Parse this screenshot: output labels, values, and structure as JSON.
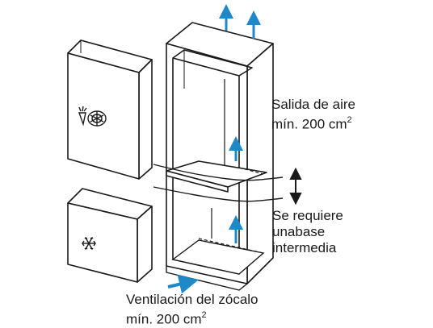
{
  "labels": {
    "air_outlet": {
      "line1": "Salida de aire",
      "line2_value": "mín. 200 cm",
      "line2_exp": "2"
    },
    "base_required": {
      "line1": "Se requiere",
      "line2": "unabase",
      "line3": "intermedia"
    },
    "plinth_vent": {
      "line1": "Ventilación del zócalo",
      "line2_value": "mín. 200 cm",
      "line2_exp": "2"
    }
  },
  "icons": {
    "fridge_compartment": [
      "carrot-icon",
      "vegetables-icon"
    ],
    "freezer_compartment": [
      "snowflake-icon"
    ],
    "airflow": [
      "airflow-up-arrow-icon",
      "airflow-in-arrow-icon"
    ],
    "base_spacing": [
      "double-arrow-vertical-icon"
    ]
  },
  "colors": {
    "arrow": "#1e88c9",
    "line": "#1a1a1a",
    "background": "#ffffff"
  }
}
